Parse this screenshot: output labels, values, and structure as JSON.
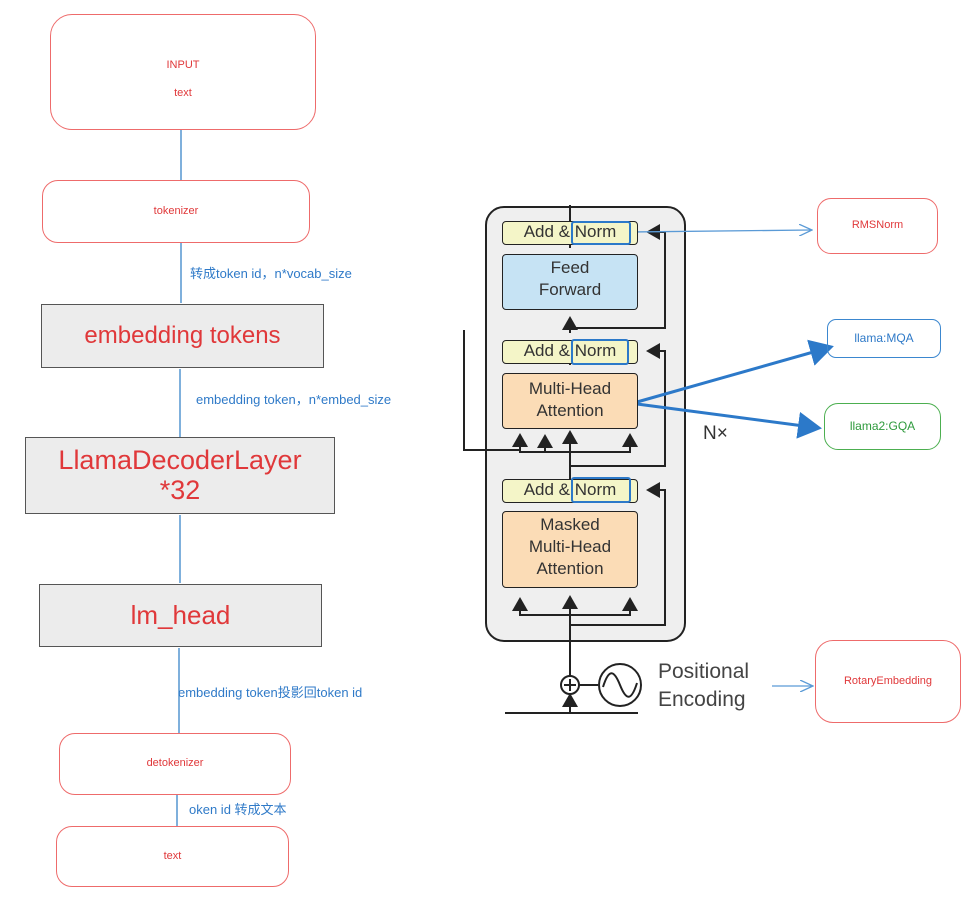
{
  "pipeline": {
    "input": {
      "line1": "INPUT",
      "line2": "text"
    },
    "tokenizer": "tokenizer",
    "note_tokenizer": "转成token id，n*vocab_size",
    "embedding": "embedding tokens",
    "note_embedding": "embedding token，n*embed_size",
    "decoder": {
      "line1": "LlamaDecoderLayer",
      "line2": "*32"
    },
    "lm_head": "lm_head",
    "note_lm_head": "embedding token投影回token id",
    "detokenizer": "detokenizer",
    "note_detokenizer": "oken id 转成文本",
    "output": "text"
  },
  "transformer": {
    "add_norm": "Add & Norm",
    "feed_forward": {
      "line1": "Feed",
      "line2": "Forward"
    },
    "mha": {
      "line1": "Multi-Head",
      "line2": "Attention"
    },
    "masked_mha": {
      "line1": "Masked",
      "line2": "Multi-Head",
      "line3": "Attention"
    },
    "nx": "N×",
    "pos_enc": {
      "line1": "Positional",
      "line2": "Encoding"
    }
  },
  "annotations": {
    "rmsnorm": "RMSNorm",
    "mqa": "llama:MQA",
    "gqa": "llama2:GQA",
    "rotary": "RotaryEmbedding"
  },
  "colors": {
    "red": "#e0383a",
    "blue": "#2c79c9",
    "green": "#4caf50"
  }
}
